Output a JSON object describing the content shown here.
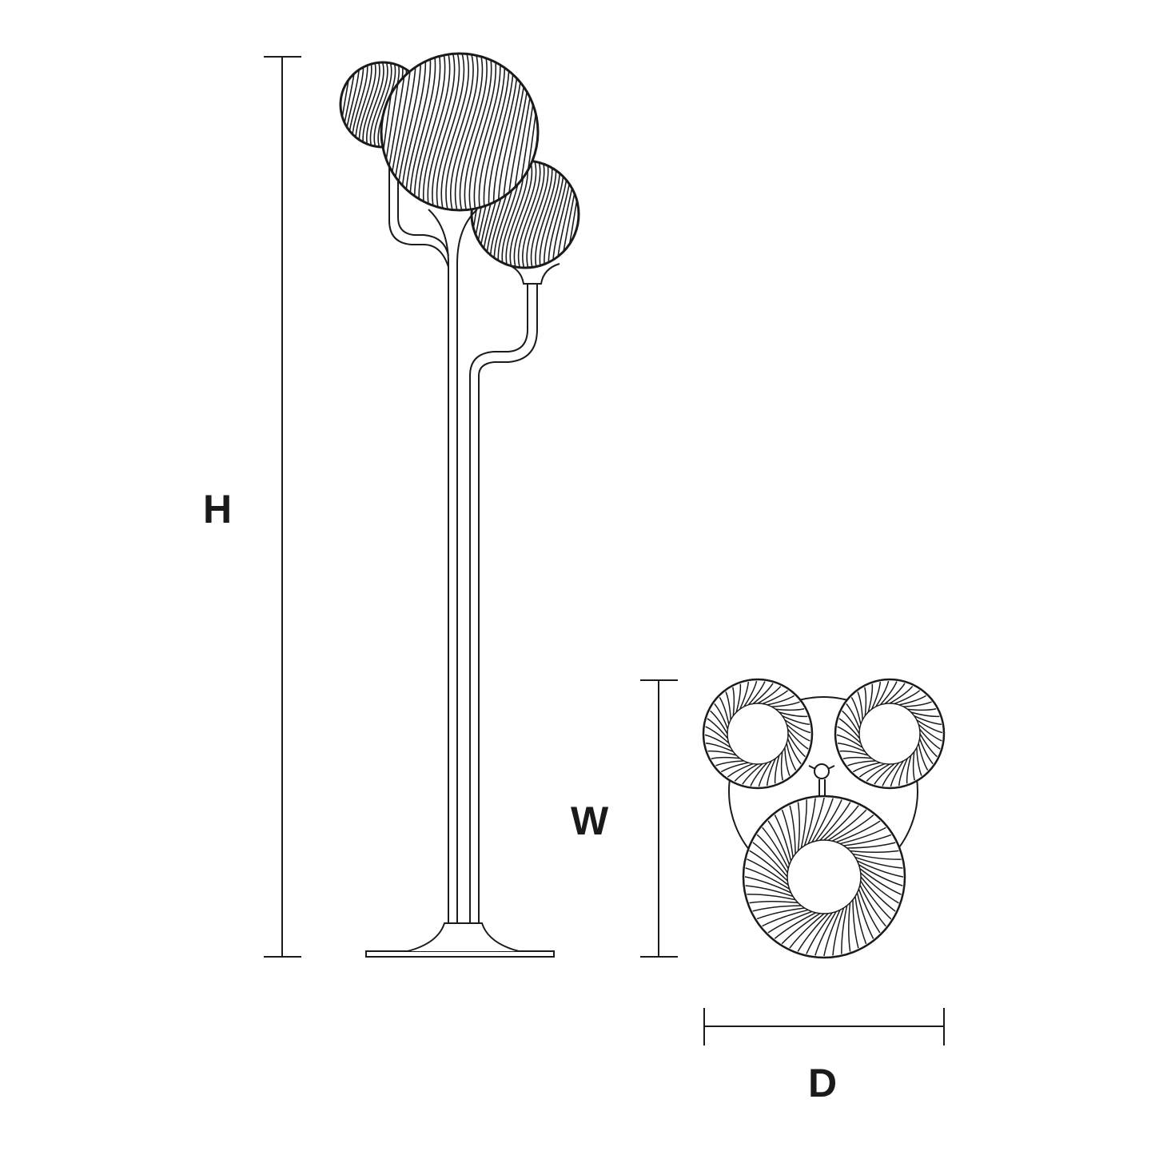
{
  "labels": {
    "height": "H",
    "width": "W",
    "depth": "D"
  },
  "colors": {
    "line": "#1a1a1a",
    "background": "#ffffff"
  },
  "drawing": {
    "side_view": "floor-lamp-side-elevation",
    "top_view": "floor-lamp-top-plan",
    "shade_count": 3,
    "shade_pattern": "spiral-ribbed-globe"
  }
}
